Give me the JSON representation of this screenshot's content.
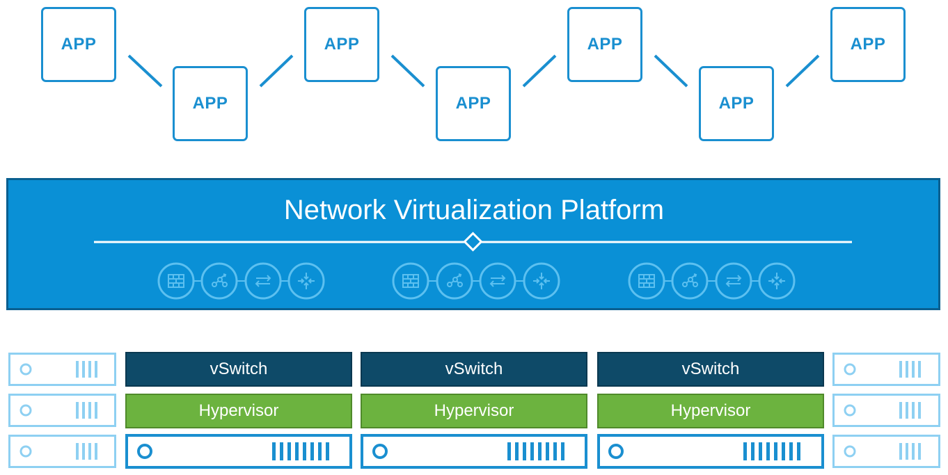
{
  "apps": [
    {
      "label": "APP"
    },
    {
      "label": "APP"
    },
    {
      "label": "APP"
    },
    {
      "label": "APP"
    },
    {
      "label": "APP"
    },
    {
      "label": "APP"
    },
    {
      "label": "APP"
    }
  ],
  "platform": {
    "title": "Network Virtualization Platform",
    "service_groups": [
      {
        "services": [
          "firewall-icon",
          "load-balancer-icon",
          "switching-icon",
          "routing-icon"
        ]
      },
      {
        "services": [
          "firewall-icon",
          "load-balancer-icon",
          "switching-icon",
          "routing-icon"
        ]
      },
      {
        "services": [
          "firewall-icon",
          "load-balancer-icon",
          "switching-icon",
          "routing-icon"
        ]
      }
    ]
  },
  "hosts": [
    {
      "vswitch": "vSwitch",
      "hypervisor": "Hypervisor"
    },
    {
      "vswitch": "vSwitch",
      "hypervisor": "Hypervisor"
    },
    {
      "vswitch": "vSwitch",
      "hypervisor": "Hypervisor"
    }
  ],
  "colors": {
    "app_blue": "#1a8fd0",
    "platform_blue": "#0a90d6",
    "platform_border": "#0a5f90",
    "vswitch_navy": "#0e4a68",
    "hypervisor_green": "#6cb33f",
    "side_server_light": "#8ed0f2",
    "service_icon": "#5cc0f0"
  }
}
